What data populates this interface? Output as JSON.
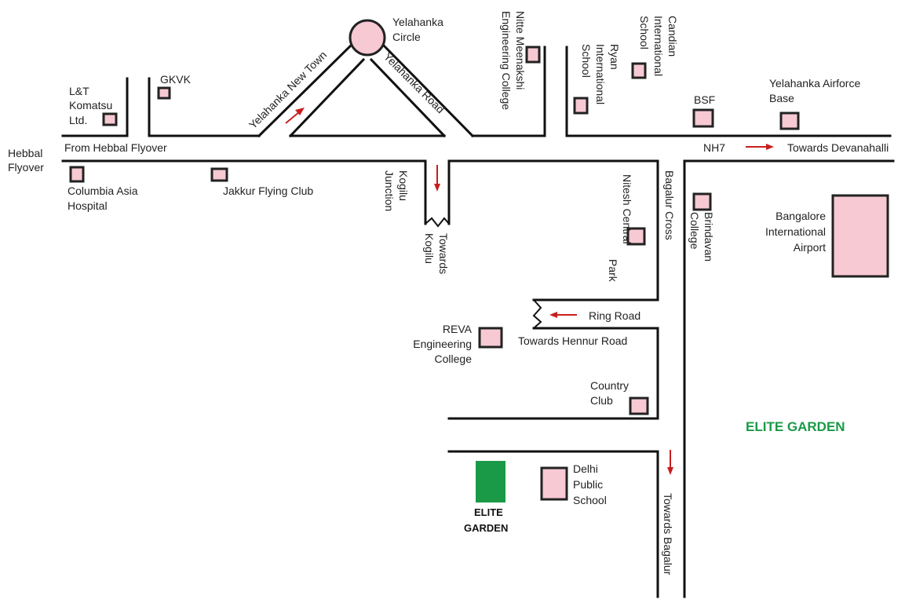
{
  "colors": {
    "road": "#111111",
    "building_fill": "#f7c9d2",
    "building_stroke": "#222222",
    "arrow": "#c81e1e",
    "elite_garden": "#1a9a47"
  },
  "labels": {
    "yelahanka_circle_1": "Yelahanka",
    "yelahanka_circle_2": "Circle",
    "yelahanka_new_town": "Yelahanka New Town",
    "yelahanka_road": "Yelahanka Road",
    "gkvk": "GKVK",
    "lt_1": "L&T",
    "lt_2": "Komatsu",
    "lt_3": "Ltd.",
    "nitte_1": "Nitte Meenakshi",
    "nitte_2": "Engineering College",
    "ryan_1": "Ryan",
    "ryan_2": "International",
    "ryan_3": "School",
    "candian_1": "Candian",
    "candian_2": "International",
    "candian_3": "School",
    "bsf": "BSF",
    "airforce_1": "Yelahanka Airforce",
    "airforce_2": "Base",
    "hebbal_1": "Hebbal",
    "hebbal_2": "Flyover",
    "from_hebbal": "From Hebbal Flyover",
    "nh7": "NH7",
    "towards_devanahalli": "Towards Devanahalli",
    "columbia_1": "Columbia Asia",
    "columbia_2": "Hospital",
    "jakkur": "Jakkur Flying Club",
    "kogilu_1": "Kogilu",
    "kogilu_2": "Junction",
    "towards_kogilu_1": "Towards",
    "towards_kogilu_2": "Kogilu",
    "nitesh_1": "Nitesh Central",
    "nitesh_2": "Park",
    "bagalur_cross": "Bagalur Cross",
    "brindavan_1": "Brindavan",
    "brindavan_2": "College",
    "airport_1": "Bangalore",
    "airport_2": "International",
    "airport_3": "Airport",
    "ring_road": "Ring Road",
    "towards_hennur": "Towards Hennur Road",
    "reva_1": "REVA",
    "reva_2": "Engineering",
    "reva_3": "College",
    "country_1": "Country",
    "country_2": "Club",
    "elite_garden_big": "ELITE GARDEN",
    "elite_1": "ELITE",
    "elite_2": "GARDEN",
    "dps_1": "Delhi",
    "dps_2": "Public",
    "dps_3": "School",
    "towards_bagalur": "Towards Bagalur"
  }
}
